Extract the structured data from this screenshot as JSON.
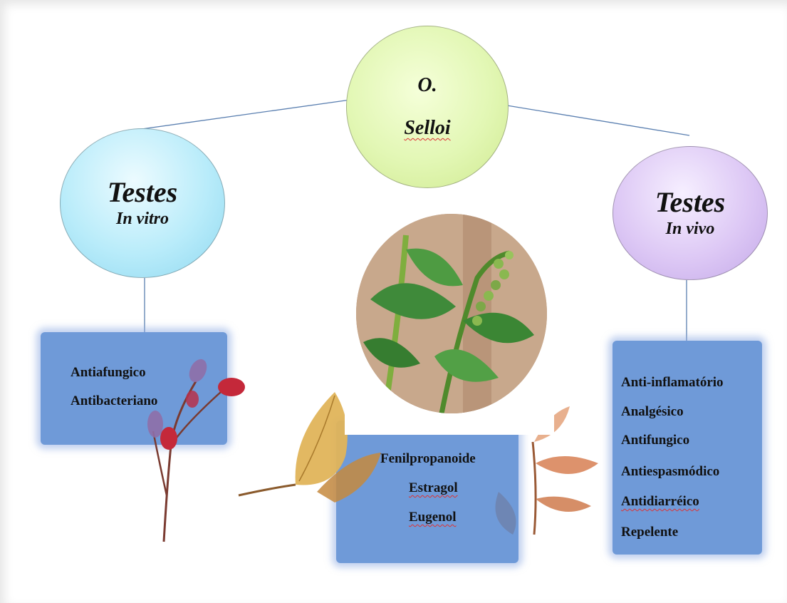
{
  "center": {
    "line1": "O.",
    "line2": "Selloi"
  },
  "left": {
    "title": "Testes",
    "subtitle": "In vitro",
    "items": [
      "Antiafungico",
      "Antibacteriano"
    ]
  },
  "right": {
    "title": "Testes",
    "subtitle": "In vivo",
    "items": [
      "Anti-inflamatório",
      "Analgésico",
      "Antifungico",
      "Antiespasmódico",
      "Antidiarréico",
      "Repelente"
    ]
  },
  "middle": {
    "items": [
      "Fenilpropanoide",
      "Estragol",
      "Eugenol"
    ]
  },
  "colors": {
    "center_circle": "#e2f7b4",
    "left_circle": "#b9ecfa",
    "right_circle": "#ddc8f5",
    "box": "#6f9ad8",
    "connector": "#5a7fb0"
  },
  "icons": [
    "rosehip-branch-decoration",
    "autumn-leaf-decoration",
    "plant-photo"
  ]
}
